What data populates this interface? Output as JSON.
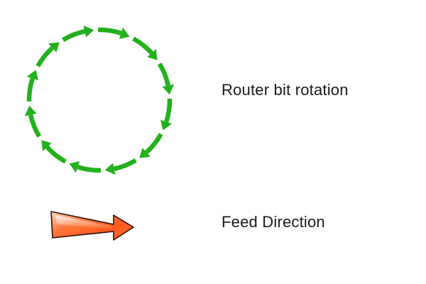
{
  "legend": {
    "rotation": {
      "label": "Router bit rotation",
      "icon": "clockwise-rotation-circle-icon",
      "color": "#22b11c",
      "direction": "clockwise",
      "arrow_count": 12
    },
    "feed": {
      "label": "Feed Direction",
      "icon": "feed-direction-arrow-icon",
      "color": "#ff5a1f",
      "highlight_color": "#ffd9c2",
      "outline_color": "#2a0d05",
      "direction": "right"
    }
  }
}
